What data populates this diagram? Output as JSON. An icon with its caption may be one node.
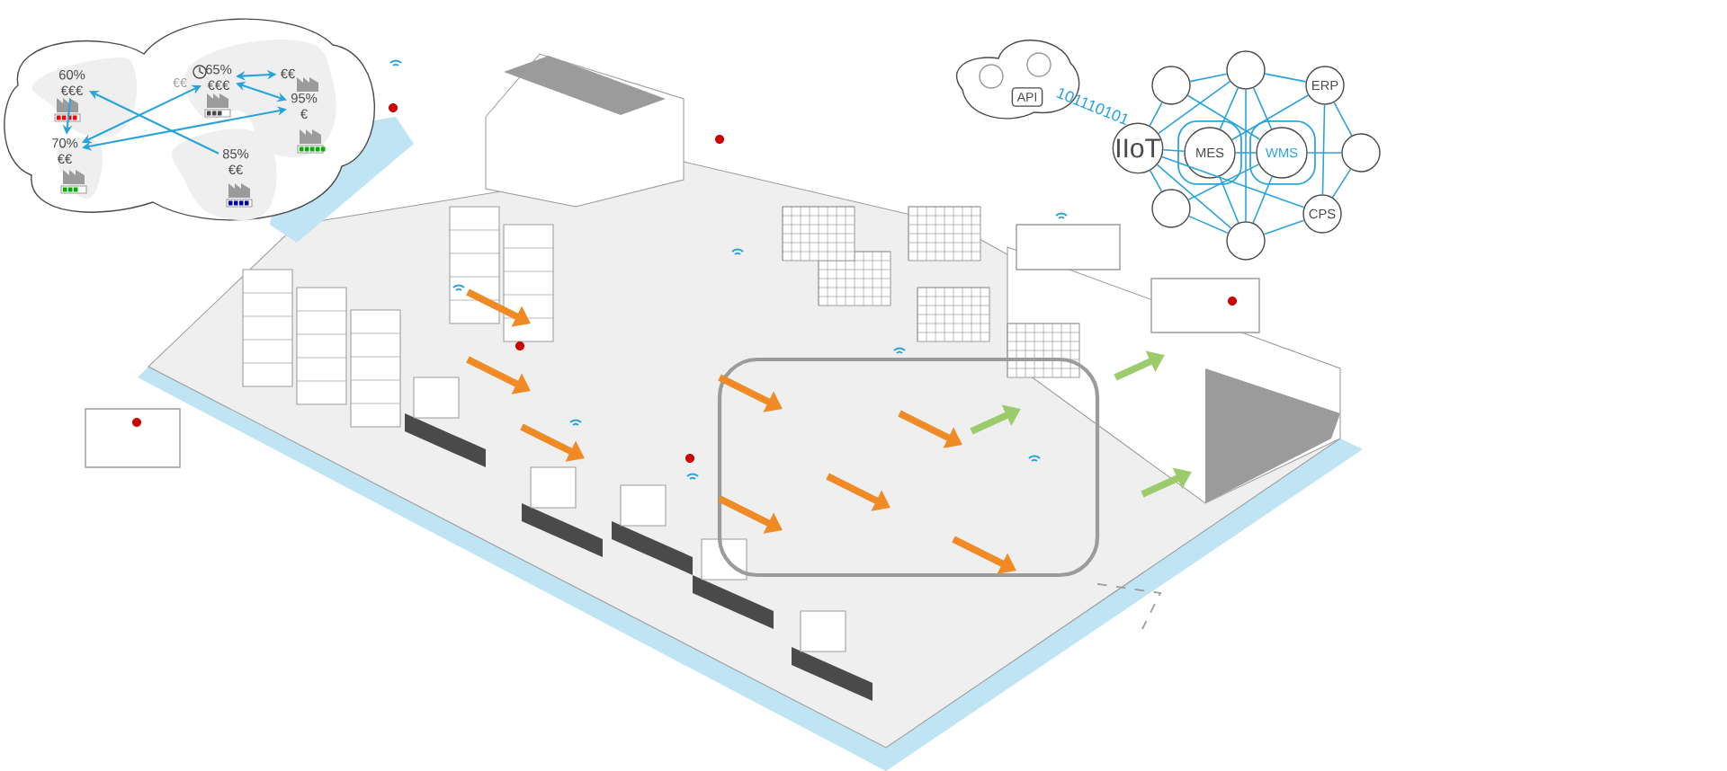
{
  "diagram": {
    "nodes": [
      {
        "text": [
          "60%",
          "€€€"
        ]
      },
      {
        "text": [
          "65%",
          "€€€"
        ]
      },
      {
        "text": [
          "€€"
        ]
      },
      {
        "text": [
          "95%",
          "€"
        ]
      },
      {
        "text": [
          "70%",
          "€€"
        ]
      },
      {
        "text": [
          "85%",
          "€€"
        ]
      },
      {
        "text": [
          "IIoT"
        ]
      },
      {
        "text": [
          "MES"
        ]
      },
      {
        "text": [
          "WMS"
        ]
      },
      {
        "text": [
          "ERP"
        ]
      },
      {
        "text": [],
        "shape": "circle"
      },
      {
        "text": [],
        "shape": "circle"
      },
      {
        "text": [],
        "shape": "circle"
      },
      {
        "text": [],
        "shape": "circle"
      },
      {
        "text": [],
        "shape": "circle"
      },
      {
        "text": [
          "CPS"
        ]
      },
      {
        "text": [
          "API"
        ]
      }
    ],
    "edges": [
      {
        "from": 0,
        "to": 4,
        "arrow": "to"
      },
      {
        "from": 5,
        "to": 0,
        "arrow": "to"
      },
      {
        "from": 4,
        "to": 1,
        "arrow": "both"
      },
      {
        "from": 1,
        "to": 2,
        "arrow": "both"
      },
      {
        "from": 1,
        "to": 3,
        "arrow": "both"
      },
      {
        "from": 4,
        "to": 3,
        "arrow": "both"
      },
      {
        "from": 6,
        "to": 10,
        "arrow": "none"
      },
      {
        "from": 6,
        "to": 11,
        "arrow": "none"
      },
      {
        "from": 6,
        "to": 7,
        "arrow": "none"
      },
      {
        "from": 6,
        "to": 13,
        "arrow": "none"
      },
      {
        "from": 6,
        "to": 14,
        "arrow": "none"
      },
      {
        "from": 6,
        "to": 15,
        "arrow": "none"
      },
      {
        "from": 10,
        "to": 11,
        "arrow": "none"
      },
      {
        "from": 10,
        "to": 8,
        "arrow": "none"
      },
      {
        "from": 11,
        "to": 9,
        "arrow": "none"
      },
      {
        "from": 11,
        "to": 7,
        "arrow": "none"
      },
      {
        "from": 11,
        "to": 8,
        "arrow": "none"
      },
      {
        "from": 9,
        "to": 12,
        "arrow": "none"
      },
      {
        "from": 9,
        "to": 7,
        "arrow": "none"
      },
      {
        "from": 9,
        "to": 15,
        "arrow": "none"
      },
      {
        "from": 12,
        "to": 15,
        "arrow": "none"
      },
      {
        "from": 8,
        "to": 12,
        "arrow": "none"
      },
      {
        "from": 7,
        "to": 8,
        "arrow": "none"
      },
      {
        "from": 7,
        "to": 14,
        "arrow": "none"
      },
      {
        "from": 8,
        "to": 14,
        "arrow": "none"
      },
      {
        "from": 14,
        "to": 15,
        "arrow": "none"
      },
      {
        "from": 13,
        "to": 14,
        "arrow": "none"
      },
      {
        "from": 13,
        "to": 8,
        "arrow": "none"
      },
      {
        "from": 11,
        "to": 14,
        "arrow": "none"
      }
    ],
    "labels": [
      "€€",
      "101110101"
    ]
  }
}
